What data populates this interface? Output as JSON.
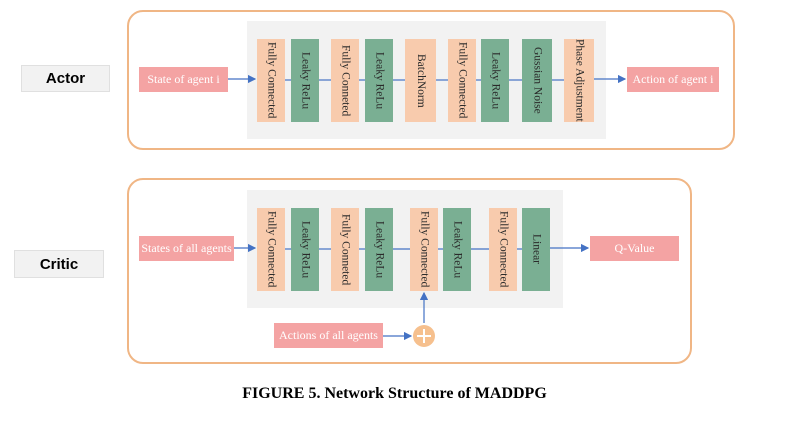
{
  "actor": {
    "label": "Actor",
    "input": "State of agent i",
    "output": "Action of agent i",
    "layers": [
      {
        "text": "Fully Connected",
        "kind": "peach"
      },
      {
        "text": "Leaky ReLu",
        "kind": "green"
      },
      {
        "text": "Fully Conneted",
        "kind": "peach"
      },
      {
        "text": "Leaky ReLu",
        "kind": "green"
      },
      {
        "text": "BatchNorm",
        "kind": "peach"
      },
      {
        "text": "Fully Connected",
        "kind": "peach"
      },
      {
        "text": "Leaky ReLu",
        "kind": "green"
      },
      {
        "text": "Gussian Noise",
        "kind": "green"
      },
      {
        "text": "Phase Adjustment",
        "kind": "peach"
      }
    ]
  },
  "critic": {
    "label": "Critic",
    "input": "States of all agents",
    "actions_input": "Actions of all agents",
    "output": "Q-Value",
    "layers": [
      {
        "text": "Fully Connected",
        "kind": "peach"
      },
      {
        "text": "Leaky ReLu",
        "kind": "green"
      },
      {
        "text": "Fully Conneted",
        "kind": "peach"
      },
      {
        "text": "Leaky ReLu",
        "kind": "green"
      },
      {
        "text": "Fully Connected",
        "kind": "peach"
      },
      {
        "text": "Leaky ReLu",
        "kind": "green"
      },
      {
        "text": "Fully Connected",
        "kind": "peach"
      },
      {
        "text": "Linear",
        "kind": "green"
      }
    ]
  },
  "caption": "FIGURE 5. Network Structure of MADDPG",
  "colors": {
    "outer_border": "#f0b685",
    "io_box": "#f4a3a3",
    "layer_peach": "#f8cbad",
    "layer_green": "#7aaf93",
    "arrow": "#4472c4",
    "adder": "#f6c08e"
  }
}
